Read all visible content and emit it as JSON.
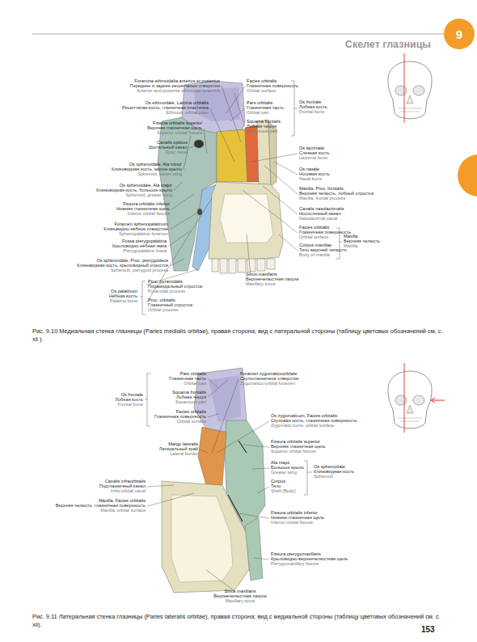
{
  "diagram": {
    "title": "Скелет глазницы",
    "caption": "Рис. 9.10 Медиальная стенка глазницы (Paries medialis orbitae), правая сторона; вид с латеральной стороны (таблицу цветовых обозначений см. с. xii ).",
    "nodes": [
      {
        "text": [
          "9"
        ]
      }
    ],
    "edges": [],
    "labels": [
      "Foramina ethmoidalia anterius et posterius",
      "Переднее и заднее решетчатые отверстия",
      "Anterior and posterior ethmoidal foramina",
      "Os ethmoidale, Lamina orbitalis",
      "Решетчатая кость, глазничная пластинка",
      "Ethmoid, orbital plate",
      "Fissura orbitalis superior",
      "Верхняя глазничная щель",
      "Superior orbital fissure",
      "Canalis opticus",
      "Зрительный канал",
      "Optic canal",
      "Os sphenoidale, Ala minor",
      "Клиновидная кость, малое крыло",
      "Sphenoid, lesser wing",
      "Os sphenoidale, Ala major",
      "Клиновидная кость, большое крыло",
      "Sphenoid, greater wing",
      "Fissura orbitalis inferior",
      "Нижняя глазничная щель",
      "Inferior orbital fissure",
      "Foramen sphenopalatinum",
      "Клиновидно-нёбное отверстие",
      "Sphenopalatine foramen",
      "Fossa pterygopalatina",
      "Крыловидно-нёбная ямка",
      "Pterygopalatine fossa",
      "Os sphenoidale, Proc. pterygoideus",
      "Клиновидная кость, крыловидный отросток",
      "Sphenoid, pterygoid process",
      "Os palatinum",
      "Нёбная кость",
      "Palatine bone",
      "Proc. pyramidalis",
      "Пирамидальный отросток",
      "Pyramidal process",
      "Proc. orbitalis",
      "Глазничный отросток",
      "Orbital process",
      "Sinus maxillaris",
      "Верхнечелюстная пазуха",
      "Maxillary sinus",
      "Facies orbitalis",
      "Глазничная поверхность",
      "Orbital surface",
      "Pars orbitalis",
      "Глазничная часть",
      "Orbital part",
      "Squama frontalis",
      "Лобная чешуя",
      "Squamous part",
      "Os frontale",
      "Лобная кость",
      "Frontal bone",
      "Os lacrimale",
      "Слезная кость",
      "Lacrimal bone",
      "Os nasale",
      "Носовая кость",
      "Nasal bone",
      "Maxilla, Proc. frontalis",
      "Верхняя челюсть, лобный отросток",
      "Maxilla, frontal process",
      "Canalis nasolacrimalis",
      "Носослезный канал",
      "Nasolacrimal canal",
      "Facies orbitalis",
      "Глазничная поверхность",
      "Orbital surface",
      "Corpus maxillae",
      "Тело верхней челюсти",
      "Body of maxilla",
      "Maxilla",
      "Верхняя челюсть",
      "Maxilla",
      "Os frontale",
      "Лобная кость",
      "Frontal bone",
      "Pars orbitalis",
      "Глазничная часть",
      "Orbital part",
      "Squama frontalis",
      "Лобная чешуя",
      "Squamous part",
      "Facies orbitalis",
      "Глазничная поверхность",
      "Orbital surface",
      "Margo lateralis",
      "Латеральный край",
      "Lateral border",
      "Canalis infraorbitalis",
      "Подглазничный канал",
      "Infra-orbital canal",
      "Maxilla, Facies orbitalis",
      "Верхняя челюсть, глазничная поверхность",
      "Maxilla, orbital surface",
      "Foramen zygomaticoorbitale",
      "Скулоглазничное отверстие",
      "Zygomatico-orbital foramen",
      "Os zygomaticum, Facies orbitalis",
      "Скуловая кость, глазничная поверхность",
      "Zygomatic bone, orbital surface",
      "Fissura orbitalis superior",
      "Верхняя глазничная щель",
      "Superior orbital fissure",
      "Os sphenoidale",
      "Клиновидная кость",
      "Sphenoid",
      "Ala major",
      "Большое крыло",
      "Greater wing",
      "Corpus",
      "Тело",
      "Shaft [Body]",
      "Fissura orbitalis inferior",
      "Нижняя глазничная щель",
      "Inferior orbital fissure",
      "Fissura pterygomaxillaris",
      "Крыловидно-верхнечелюстная щель",
      "Pterygomaxillary fissure",
      "Sinus maxillaris",
      "Верхнечелюстная пазуха",
      "Maxillary sinus",
      "Рис. 9.11 Латеральная стенка глазницы (Paries lateralis orbitae), правая сторона; вид с медиальной стороны (таблицу цветовых обозначений см. с. xii).",
      "153"
    ]
  }
}
